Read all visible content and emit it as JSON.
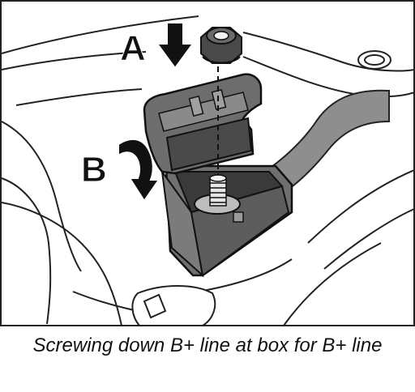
{
  "figure": {
    "callouts": [
      {
        "letter": "A",
        "meaning": "nut"
      },
      {
        "letter": "B",
        "meaning": "cover"
      }
    ]
  },
  "caption": "Screwing down B+ line at box for B+ line"
}
